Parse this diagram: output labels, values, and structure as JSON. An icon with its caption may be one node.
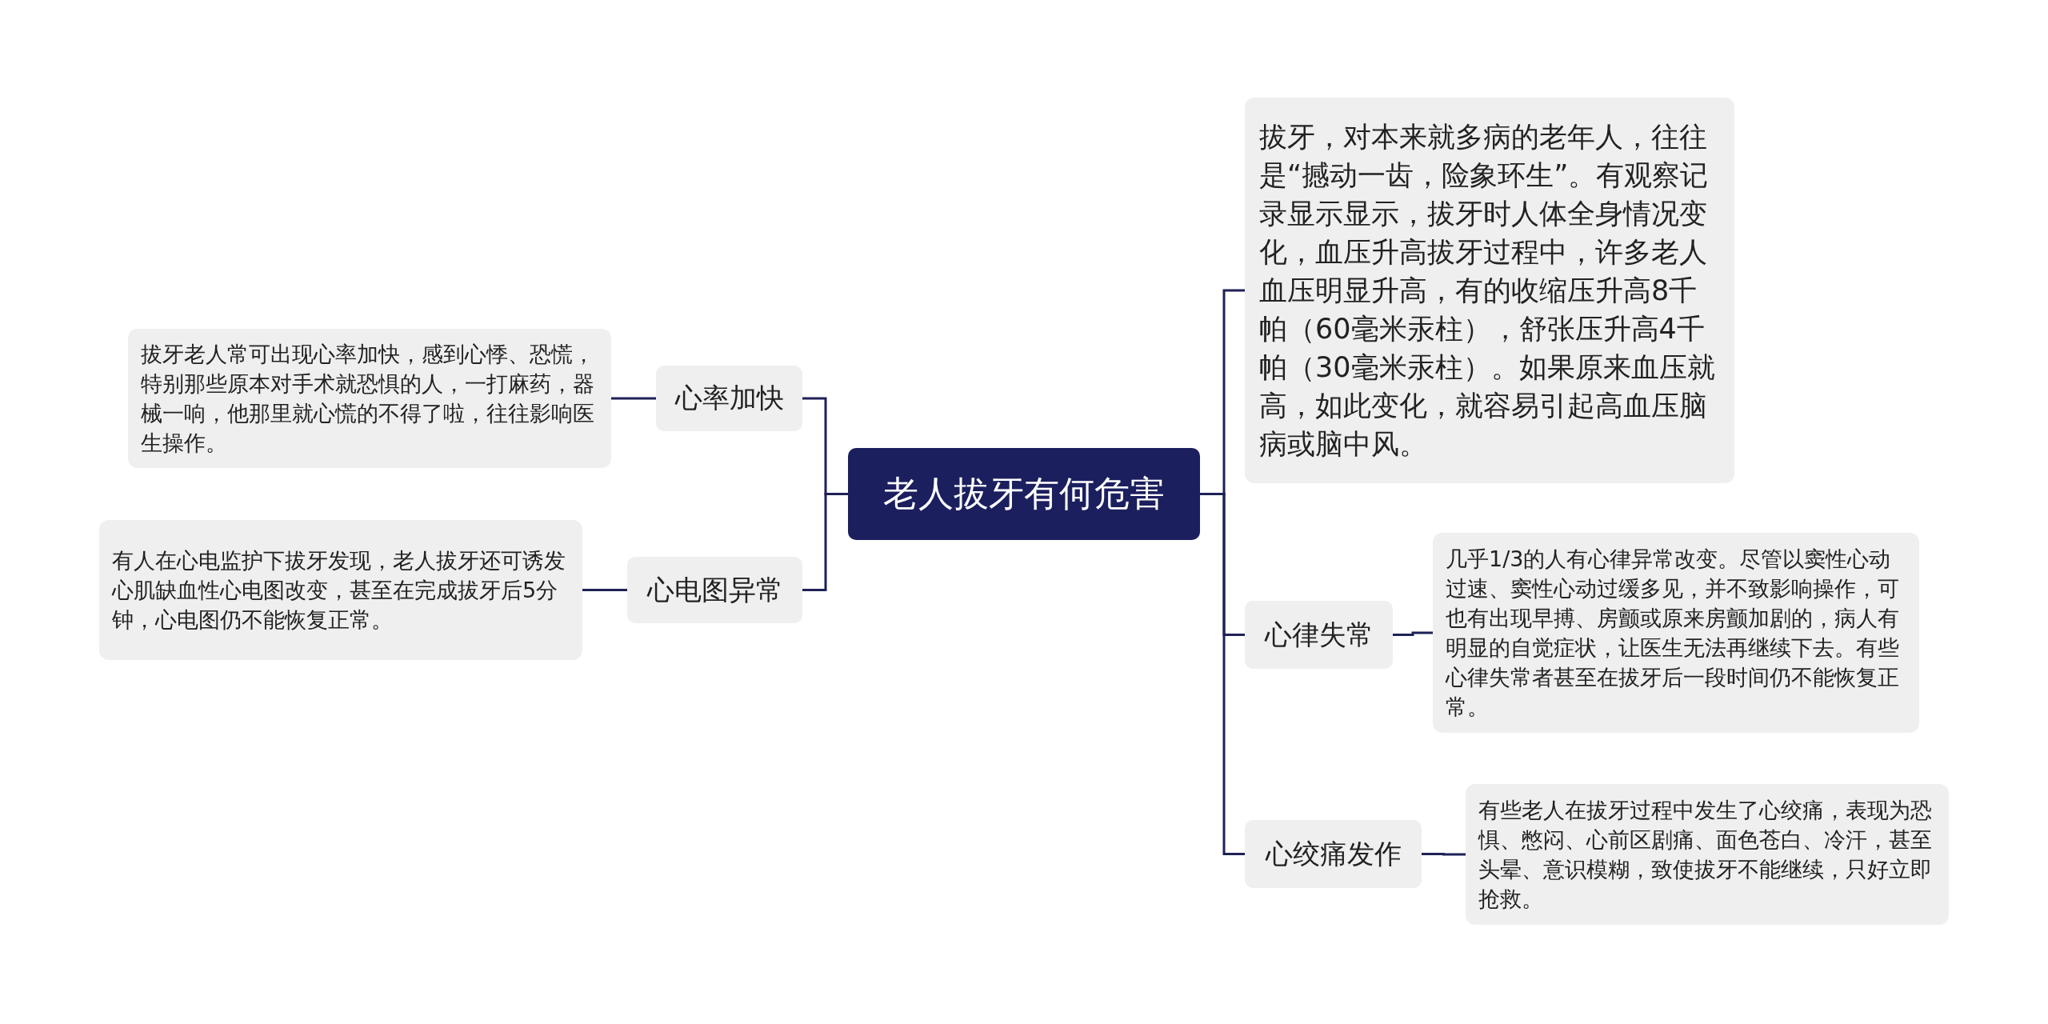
{
  "diagram": {
    "nodes": [
      {
        "text": [
          "老人拔牙有何危害"
        ]
      },
      {
        "text": [
          "心率加快"
        ]
      },
      {
        "text": [
          "拔牙老人常可出现心率加快，感到心悸、恐慌，特别那些原本对手术就恐惧的人，一打麻药，器械一响，他那里就心慌的不得了啦，往往影响医生操作。"
        ]
      },
      {
        "text": [
          "心电图异常"
        ]
      },
      {
        "text": [
          "有人在心电监护下拔牙发现，老人拔牙还可诱发心肌缺血性心电图改变，甚至在完成拔牙后5分钟，心电图仍不能恢复正常。"
        ]
      },
      {
        "text": [
          "拔牙，对本来就多病的老年人，往往是“撼动一齿，险象环生”。有观察记录显示显示，拔牙时人体全身情况变化，血压升高拔牙过程中，许多老人血压明显升高，有的收缩压升高8千帕（60毫米汞柱），舒张压升高4千帕（30毫米汞柱）。如果原来血压就高，如此变化，就容易引起高血压脑病或脑中风。"
        ]
      },
      {
        "text": [
          "心律失常"
        ]
      },
      {
        "text": [
          "几乎1/3的人有心律异常改变。尽管以窦性心动过速、窦性心动过缓多见，并不致影响操作，可也有出现早搏、房颤或原来房颤加剧的，病人有明显的自觉症状，让医生无法再继续下去。有些心律失常者甚至在拔牙后一段时间仍不能恢复正常。"
        ]
      },
      {
        "text": [
          "心绞痛发作"
        ]
      },
      {
        "text": [
          "有些老人在拔牙过程中发生了心绞痛，表现为恐惧、憋闷、心前区剧痛、面色苍白、冷汗，甚至头晕、意识模糊，致使拔牙不能继续，只好立即抢救。"
        ]
      }
    ],
    "edges": [
      {
        "from": 0,
        "to": 1,
        "arrow": "none"
      },
      {
        "from": 1,
        "to": 2,
        "arrow": "none"
      },
      {
        "from": 0,
        "to": 3,
        "arrow": "none"
      },
      {
        "from": 3,
        "to": 4,
        "arrow": "none"
      },
      {
        "from": 0,
        "to": 5,
        "arrow": "none"
      },
      {
        "from": 0,
        "to": 6,
        "arrow": "none"
      },
      {
        "from": 6,
        "to": 7,
        "arrow": "none"
      },
      {
        "from": 0,
        "to": 8,
        "arrow": "none"
      },
      {
        "from": 8,
        "to": 9,
        "arrow": "none"
      }
    ]
  }
}
